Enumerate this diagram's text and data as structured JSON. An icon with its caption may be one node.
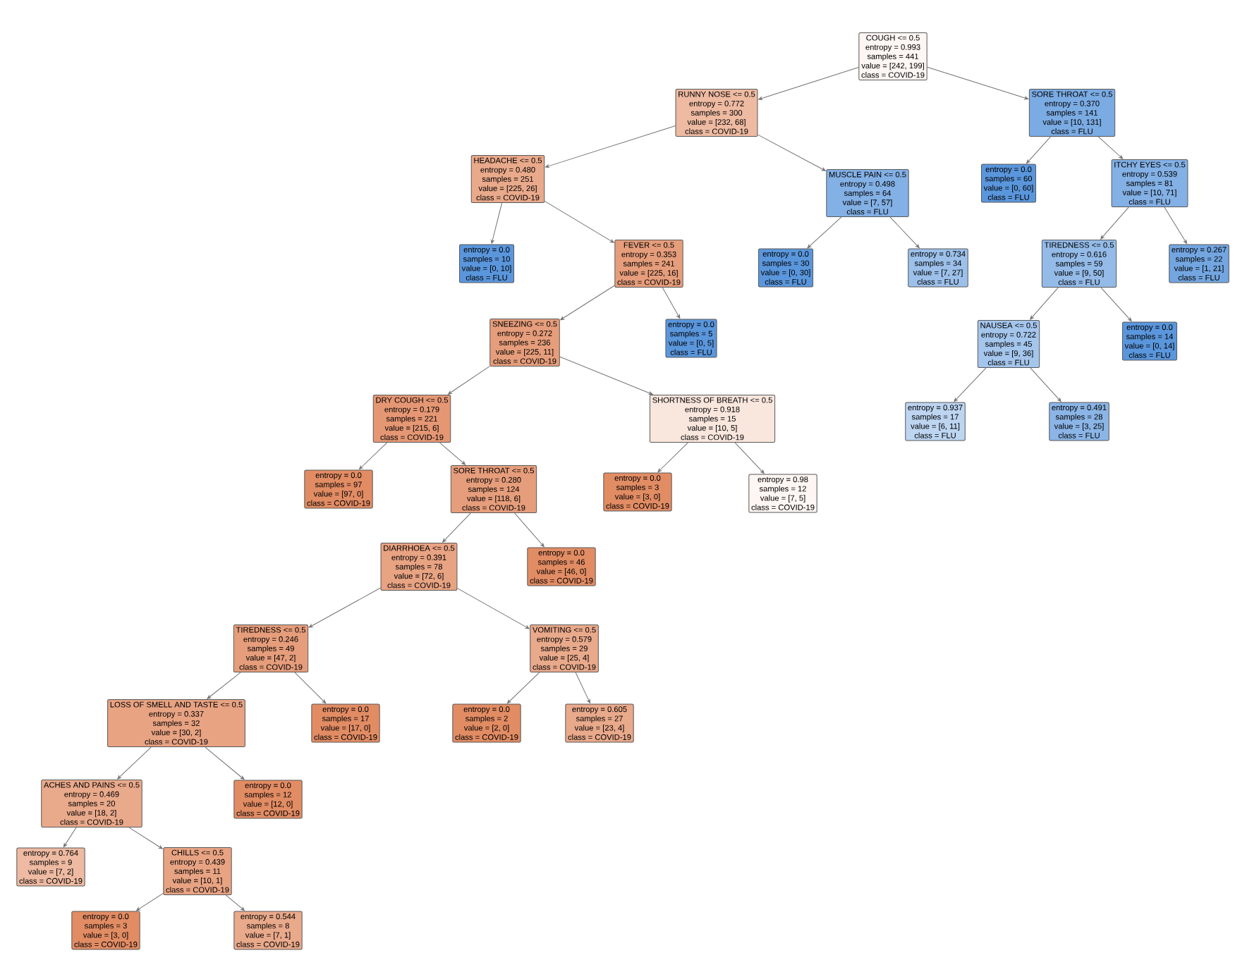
{
  "diagram": {
    "nodes": [
      {
        "text": [
          "COUGH <= 0.5",
          "entropy = 0.993",
          "samples = 441",
          "value = [242, 199]",
          "class = COVID-19"
        ]
      },
      {
        "text": [
          "RUNNY NOSE <= 0.5",
          "entropy = 0.772",
          "samples = 300",
          "value = [232, 68]",
          "class = COVID-19"
        ]
      },
      {
        "text": [
          "SORE THROAT <= 0.5",
          "entropy = 0.370",
          "samples = 141",
          "value = [10, 131]",
          "class = FLU"
        ]
      },
      {
        "text": [
          "HEADACHE <= 0.5",
          "entropy = 0.480",
          "samples = 251",
          "value = [225, 26]",
          "class = COVID-19"
        ]
      },
      {
        "text": [
          "MUSCLE PAIN <= 0.5",
          "entropy = 0.498",
          "samples = 64",
          "value = [7, 57]",
          "class = FLU"
        ]
      },
      {
        "text": [
          "entropy = 0.0",
          "samples = 60",
          "value = [0, 60]",
          "class = FLU"
        ]
      },
      {
        "text": [
          "ITCHY EYES <= 0.5",
          "entropy = 0.539",
          "samples = 81",
          "value = [10, 71]",
          "class = FLU"
        ]
      },
      {
        "text": [
          "entropy = 0.0",
          "samples = 10",
          "value = [0, 10]",
          "class = FLU"
        ]
      },
      {
        "text": [
          "FEVER <= 0.5",
          "entropy = 0.353",
          "samples = 241",
          "value = [225, 16]",
          "class = COVID-19"
        ]
      },
      {
        "text": [
          "entropy = 0.0",
          "samples = 30",
          "value = [0, 30]",
          "class = FLU"
        ]
      },
      {
        "text": [
          "entropy = 0.734",
          "samples = 34",
          "value = [7, 27]",
          "class = FLU"
        ]
      },
      {
        "text": [
          "TIREDNESS <= 0.5",
          "entropy = 0.616",
          "samples = 59",
          "value = [9, 50]",
          "class = FLU"
        ]
      },
      {
        "text": [
          "entropy = 0.267",
          "samples = 22",
          "value = [1, 21]",
          "class = FLU"
        ]
      },
      {
        "text": [
          "entropy = 0.0",
          "samples = 5",
          "value = [0, 5]",
          "class = FLU"
        ]
      },
      {
        "text": [
          "SNEEZING <= 0.5",
          "entropy = 0.272",
          "samples = 236",
          "value = [225, 11]",
          "class = COVID-19"
        ]
      },
      {
        "text": [
          "NAUSEA <= 0.5",
          "entropy = 0.722",
          "samples = 45",
          "value = [9, 36]",
          "class = FLU"
        ]
      },
      {
        "text": [
          "entropy = 0.0",
          "samples = 14",
          "value = [0, 14]",
          "class = FLU"
        ]
      },
      {
        "text": [
          "DRY COUGH <= 0.5",
          "entropy = 0.179",
          "samples = 221",
          "value = [215, 6]",
          "class = COVID-19"
        ]
      },
      {
        "text": [
          "SHORTNESS OF BREATH <= 0.5",
          "entropy = 0.918",
          "samples = 15",
          "value = [10, 5]",
          "class = COVID-19"
        ]
      },
      {
        "text": [
          "entropy = 0.937",
          "samples = 17",
          "value = [6, 11]",
          "class = FLU"
        ]
      },
      {
        "text": [
          "entropy = 0.491",
          "samples = 28",
          "value = [3, 25]",
          "class = FLU"
        ]
      },
      {
        "text": [
          "entropy = 0.0",
          "samples = 97",
          "value = [97, 0]",
          "class = COVID-19"
        ]
      },
      {
        "text": [
          "SORE THROAT <= 0.5",
          "entropy = 0.280",
          "samples = 124",
          "value = [118, 6]",
          "class = COVID-19"
        ]
      },
      {
        "text": [
          "entropy = 0.0",
          "samples = 3",
          "value = [3, 0]",
          "class = COVID-19"
        ]
      },
      {
        "text": [
          "entropy = 0.98",
          "samples = 12",
          "value = [7, 5]",
          "class = COVID-19"
        ]
      },
      {
        "text": [
          "DIARRHOEA <= 0.5",
          "entropy = 0.391",
          "samples = 78",
          "value = [72, 6]",
          "class = COVID-19"
        ]
      },
      {
        "text": [
          "entropy = 0.0",
          "samples = 46",
          "value = [46, 0]",
          "class = COVID-19"
        ]
      },
      {
        "text": [
          "TIREDNESS <= 0.5",
          "entropy = 0.246",
          "samples = 49",
          "value = [47, 2]",
          "class = COVID-19"
        ]
      },
      {
        "text": [
          "VOMITING <= 0.5",
          "entropy = 0.579",
          "samples = 29",
          "value = [25, 4]",
          "class = COVID-19"
        ]
      },
      {
        "text": [
          "LOSS OF SMELL AND TASTE <= 0.5",
          "entropy = 0.337",
          "samples = 32",
          "value = [30, 2]",
          "class = COVID-19"
        ]
      },
      {
        "text": [
          "entropy = 0.0",
          "samples = 17",
          "value = [17, 0]",
          "class = COVID-19"
        ]
      },
      {
        "text": [
          "entropy = 0.0",
          "samples = 2",
          "value = [2, 0]",
          "class = COVID-19"
        ]
      },
      {
        "text": [
          "entropy = 0.605",
          "samples = 27",
          "value = [23, 4]",
          "class = COVID-19"
        ]
      },
      {
        "text": [
          "ACHES AND PAINS <= 0.5",
          "entropy = 0.469",
          "samples = 20",
          "value = [18, 2]",
          "class = COVID-19"
        ]
      },
      {
        "text": [
          "entropy = 0.0",
          "samples = 12",
          "value = [12, 0]",
          "class = COVID-19"
        ]
      },
      {
        "text": [
          "entropy = 0.764",
          "samples = 9",
          "value = [7, 2]",
          "class = COVID-19"
        ]
      },
      {
        "text": [
          "CHILLS <= 0.5",
          "entropy = 0.439",
          "samples = 11",
          "value = [10, 1]",
          "class = COVID-19"
        ]
      },
      {
        "text": [
          "entropy = 0.0",
          "samples = 3",
          "value = [3, 0]",
          "class = COVID-19"
        ]
      },
      {
        "text": [
          "entropy = 0.544",
          "samples = 8",
          "value = [7, 1]",
          "class = COVID-19"
        ]
      }
    ],
    "edges": [
      {
        "from": 0,
        "to": 1,
        "arrow": "to"
      },
      {
        "from": 0,
        "to": 2,
        "arrow": "to"
      },
      {
        "from": 1,
        "to": 3,
        "arrow": "to"
      },
      {
        "from": 1,
        "to": 4,
        "arrow": "to"
      },
      {
        "from": 2,
        "to": 5,
        "arrow": "to"
      },
      {
        "from": 2,
        "to": 6,
        "arrow": "to"
      },
      {
        "from": 3,
        "to": 7,
        "arrow": "to"
      },
      {
        "from": 3,
        "to": 8,
        "arrow": "to"
      },
      {
        "from": 4,
        "to": 9,
        "arrow": "to"
      },
      {
        "from": 4,
        "to": 10,
        "arrow": "to"
      },
      {
        "from": 6,
        "to": 11,
        "arrow": "to"
      },
      {
        "from": 6,
        "to": 12,
        "arrow": "to"
      },
      {
        "from": 8,
        "to": 14,
        "arrow": "to"
      },
      {
        "from": 8,
        "to": 13,
        "arrow": "to"
      },
      {
        "from": 11,
        "to": 15,
        "arrow": "to"
      },
      {
        "from": 11,
        "to": 16,
        "arrow": "to"
      },
      {
        "from": 14,
        "to": 17,
        "arrow": "to"
      },
      {
        "from": 14,
        "to": 18,
        "arrow": "to"
      },
      {
        "from": 15,
        "to": 19,
        "arrow": "to"
      },
      {
        "from": 15,
        "to": 20,
        "arrow": "to"
      },
      {
        "from": 17,
        "to": 21,
        "arrow": "to"
      },
      {
        "from": 17,
        "to": 22,
        "arrow": "to"
      },
      {
        "from": 18,
        "to": 23,
        "arrow": "to"
      },
      {
        "from": 18,
        "to": 24,
        "arrow": "to"
      },
      {
        "from": 22,
        "to": 25,
        "arrow": "to"
      },
      {
        "from": 22,
        "to": 26,
        "arrow": "to"
      },
      {
        "from": 25,
        "to": 27,
        "arrow": "to"
      },
      {
        "from": 25,
        "to": 28,
        "arrow": "to"
      },
      {
        "from": 27,
        "to": 29,
        "arrow": "to"
      },
      {
        "from": 27,
        "to": 30,
        "arrow": "to"
      },
      {
        "from": 28,
        "to": 31,
        "arrow": "to"
      },
      {
        "from": 28,
        "to": 32,
        "arrow": "to"
      },
      {
        "from": 29,
        "to": 33,
        "arrow": "to"
      },
      {
        "from": 29,
        "to": 34,
        "arrow": "to"
      },
      {
        "from": 33,
        "to": 35,
        "arrow": "to"
      },
      {
        "from": 33,
        "to": 36,
        "arrow": "to"
      },
      {
        "from": 36,
        "to": 37,
        "arrow": "to"
      },
      {
        "from": 36,
        "to": 38,
        "arrow": "to"
      }
    ]
  }
}
